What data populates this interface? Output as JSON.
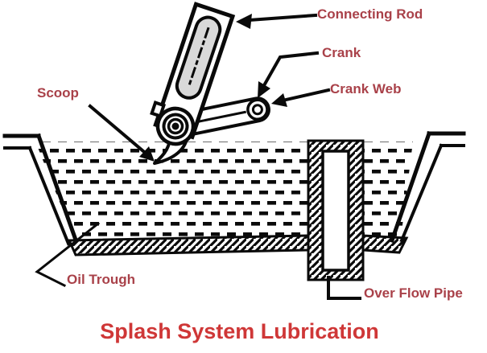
{
  "title": "Splash System Lubrication",
  "labels": {
    "connecting_rod": "Connecting Rod",
    "crank": "Crank",
    "crank_web": "Crank Web",
    "scoop": "Scoop",
    "oil_trough": "Oil Trough",
    "overflow_pipe": "Over Flow Pipe"
  },
  "colors": {
    "label_red": "#A94149",
    "title_red": "#CF3737",
    "ink_black": "#0A0A0A",
    "rod_slot_gray": "#D9D9D9",
    "background": "#FFFFFF"
  }
}
